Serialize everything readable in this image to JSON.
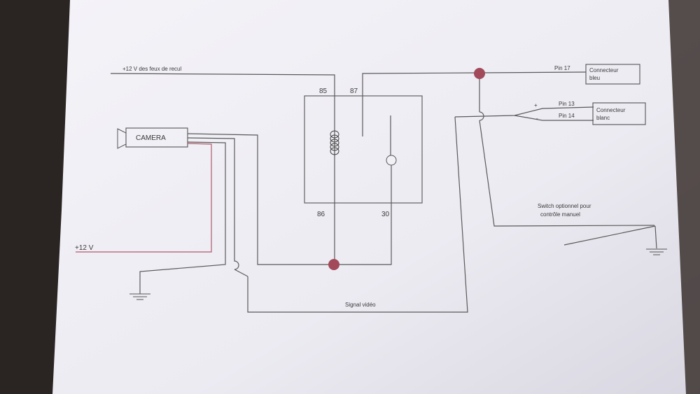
{
  "labels": {
    "backup_lights": "+12 V des feux de recul",
    "relay_pin_85": "85",
    "relay_pin_87": "87",
    "relay_pin_86": "86",
    "relay_pin_30": "30",
    "pin17": "Pin 17",
    "connector_blue_1": "Connecteur",
    "connector_blue_2": "bleu",
    "plus": "+",
    "minus": "-",
    "pin13": "Pin 13",
    "pin14": "Pin 14",
    "connector_white_1": "Connecteur",
    "connector_white_2": "blanc",
    "camera": "CAMERA",
    "plus12": "+12 V",
    "switch_1": "Switch optionnel pour",
    "switch_2": "contrôle manuel",
    "video_signal": "Signal vidéo"
  },
  "colors": {
    "paper": "#f2f1f6",
    "background": "#2a2422",
    "wire": "#5a5a5a",
    "red_wire": "#b05a6a",
    "junction": "#a2495a"
  }
}
